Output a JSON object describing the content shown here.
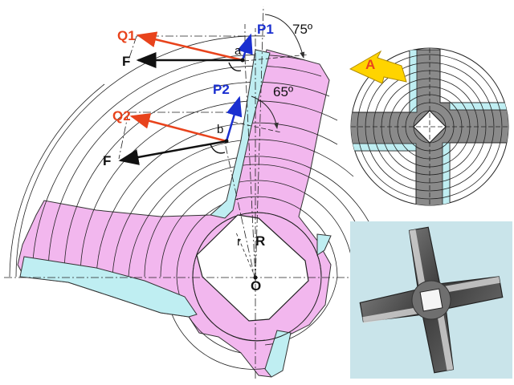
{
  "diagram": {
    "labels": {
      "Q1": "Q1",
      "Q2": "Q2",
      "F_top": "F",
      "F_bottom": "F",
      "P1": "P1",
      "P2": "P2",
      "a": "a",
      "b": "b",
      "angle_top": "75º",
      "angle_mid": "65º",
      "r": "r",
      "R": "R",
      "O": "O",
      "A": "A"
    },
    "colors": {
      "blade_pink": "#f2b7ee",
      "edge_cyan": "#bfeef2",
      "force_red": "#e8431c",
      "force_blue": "#1a2fd0",
      "force_black": "#111111",
      "gray_blade": "#8a8a8a",
      "arrow_yellow": "#ffd400",
      "photo_bg": "#c9e4ea"
    }
  }
}
